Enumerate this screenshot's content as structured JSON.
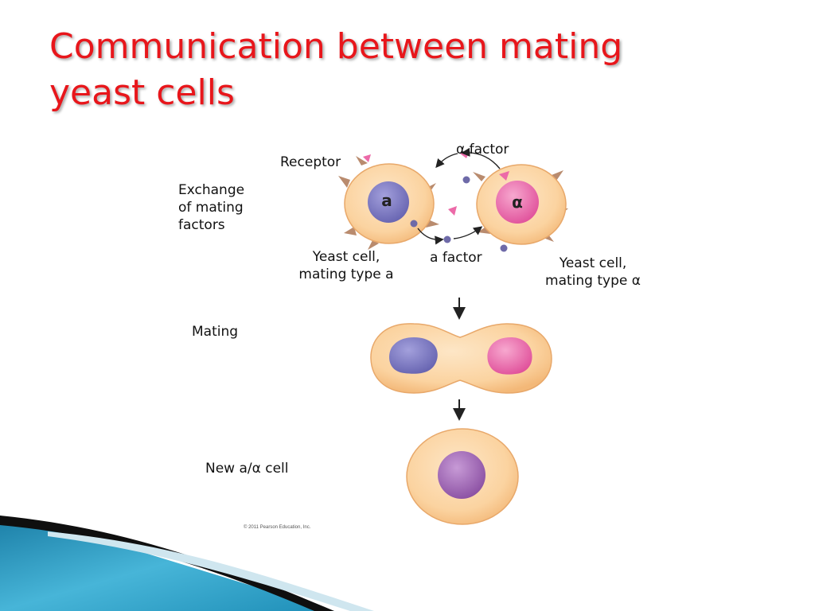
{
  "slide": {
    "title_line1": "Communication between mating",
    "title_line2": "yeast cells"
  },
  "labels": {
    "exchange_line1": "Exchange",
    "exchange_line2": "of mating",
    "exchange_line3": "factors",
    "receptor": "Receptor",
    "alpha_factor": "α factor",
    "a_factor": "a factor",
    "cell_a_line1": "Yeast cell,",
    "cell_a_line2": "mating type a",
    "cell_alpha_line1": "Yeast cell,",
    "cell_alpha_line2": "mating type α",
    "mating": "Mating",
    "new_cell": "New a/α cell",
    "nucleus_a": "a",
    "nucleus_alpha": "α"
  },
  "credit": "© 2011 Pearson Education, Inc.",
  "colors": {
    "title": "#e8161b",
    "cytoplasm": "#fbd3a0",
    "cell_edge": "#e8a86a",
    "nucleus_a": "#7b78c2",
    "nucleus_alpha": "#ec5fa4",
    "nucleus_diploid": "#9a5fb0",
    "receptor": "#b98b6e",
    "banner_blue": "#2a9cc2"
  }
}
